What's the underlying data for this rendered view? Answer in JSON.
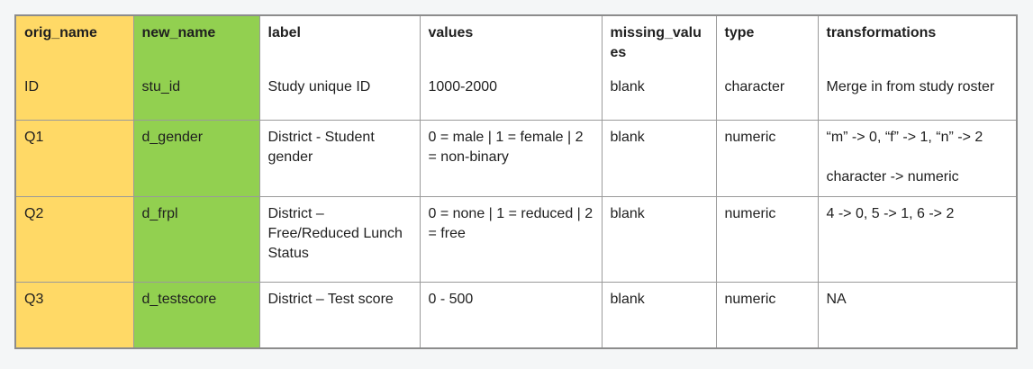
{
  "colors": {
    "orig_name_column": "#ffd966",
    "new_name_column": "#92d050",
    "border": "#9a9a9a",
    "frame_border": "#8c8c8c",
    "page_background": "#f4f6f7"
  },
  "table": {
    "headers": {
      "orig_name": "orig_name",
      "new_name": "new_name",
      "label": "label",
      "values": "values",
      "missing_values": "missing_values",
      "type": "type",
      "transformations": "transformations"
    },
    "rows": [
      {
        "orig_name": "ID",
        "new_name": "stu_id",
        "label": "Study unique ID",
        "values": "1000-2000",
        "missing_values": "blank",
        "type": "character",
        "transformations": [
          "Merge in from study roster"
        ]
      },
      {
        "orig_name": "Q1",
        "new_name": "d_gender",
        "label": "District - Student gender",
        "values": "0 = male | 1 = female | 2 = non-binary",
        "missing_values": "blank",
        "type": "numeric",
        "transformations": [
          "“m” -> 0, “f” -> 1, “n” -> 2",
          "character -> numeric"
        ]
      },
      {
        "orig_name": "Q2",
        "new_name": "d_frpl",
        "label": "District – Free/Reduced Lunch Status",
        "values": "0 = none | 1 = reduced | 2 = free",
        "missing_values": "blank",
        "type": "numeric",
        "transformations": [
          "4 -> 0, 5 -> 1, 6 -> 2"
        ]
      },
      {
        "orig_name": "Q3",
        "new_name": "d_testscore",
        "label": "District – Test score",
        "values": "0 - 500",
        "missing_values": "blank",
        "type": "numeric",
        "transformations": [
          "NA"
        ]
      }
    ]
  }
}
